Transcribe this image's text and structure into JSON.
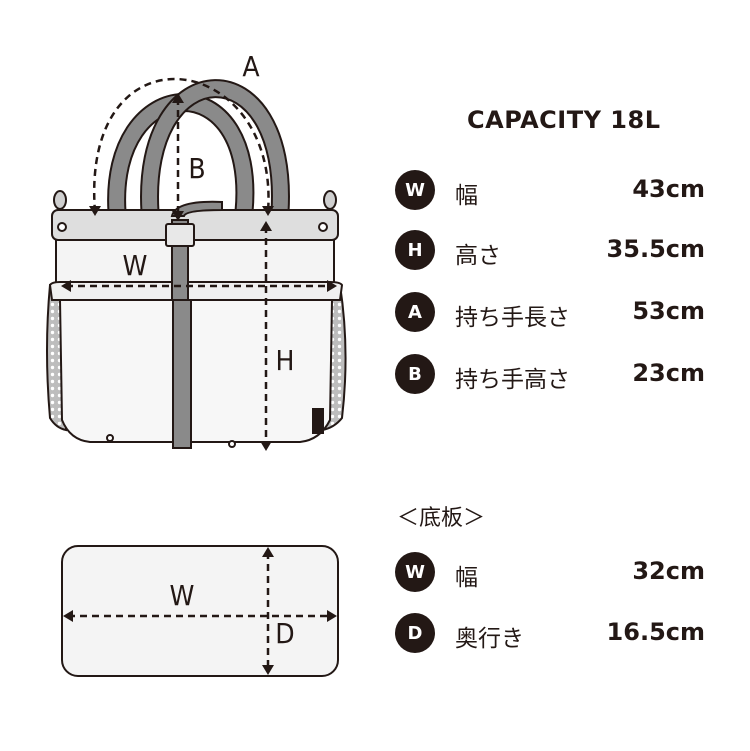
{
  "diagram_labels": {
    "top_a": "A",
    "top_b": "B",
    "top_w": "W",
    "top_h": "H",
    "bottom_w": "W",
    "bottom_d": "D"
  },
  "capacity_title": "CAPACITY 18L",
  "specs": [
    {
      "letter": "W",
      "label": "幅",
      "value": "43cm"
    },
    {
      "letter": "H",
      "label": "高さ",
      "value": "35.5cm"
    },
    {
      "letter": "A",
      "label": "持ち手長さ",
      "value": "53cm"
    },
    {
      "letter": "B",
      "label": "持ち手高さ",
      "value": "23cm"
    }
  ],
  "bottom_section_title": "＜底板＞",
  "bottom_specs": [
    {
      "letter": "W",
      "label": "幅",
      "value": "32cm"
    },
    {
      "letter": "D",
      "label": "奥行き",
      "value": "16.5cm"
    }
  ],
  "colors": {
    "ink": "#231815",
    "handle_gray": "#8a8a8a",
    "bag_fill": "#f4f4f4",
    "rim_gray": "#dedede",
    "mesh_gray": "#a0a0a0"
  }
}
